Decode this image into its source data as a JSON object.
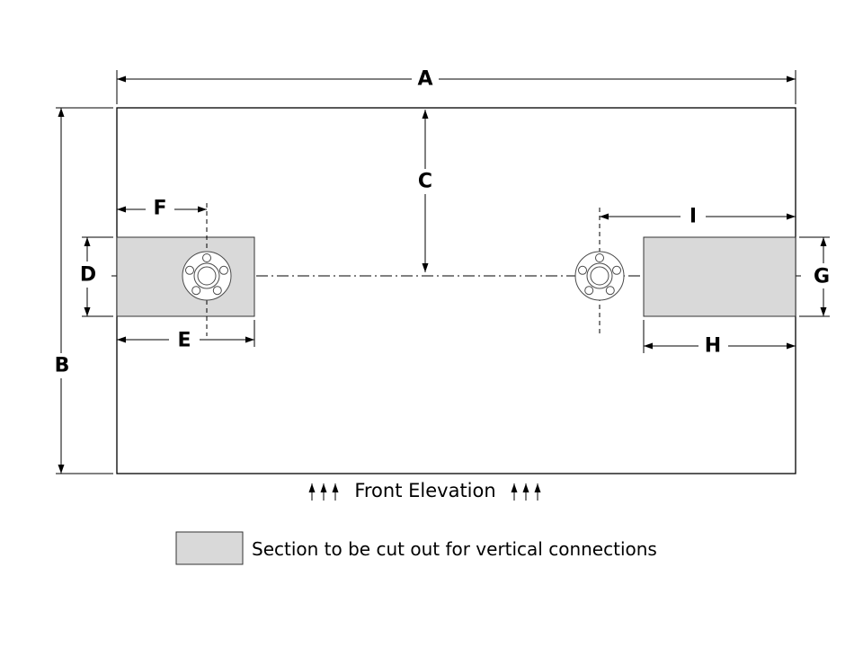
{
  "labels": {
    "A": "A",
    "B": "B",
    "C": "C",
    "D": "D",
    "E": "E",
    "F": "F",
    "G": "G",
    "H": "H",
    "I": "I"
  },
  "title": "Front Elevation",
  "legend_text": "Section  to be cut out for vertical connections",
  "colors": {
    "cutout_fill": "#d9d9d9",
    "line": "#000000",
    "background": "#ffffff"
  }
}
